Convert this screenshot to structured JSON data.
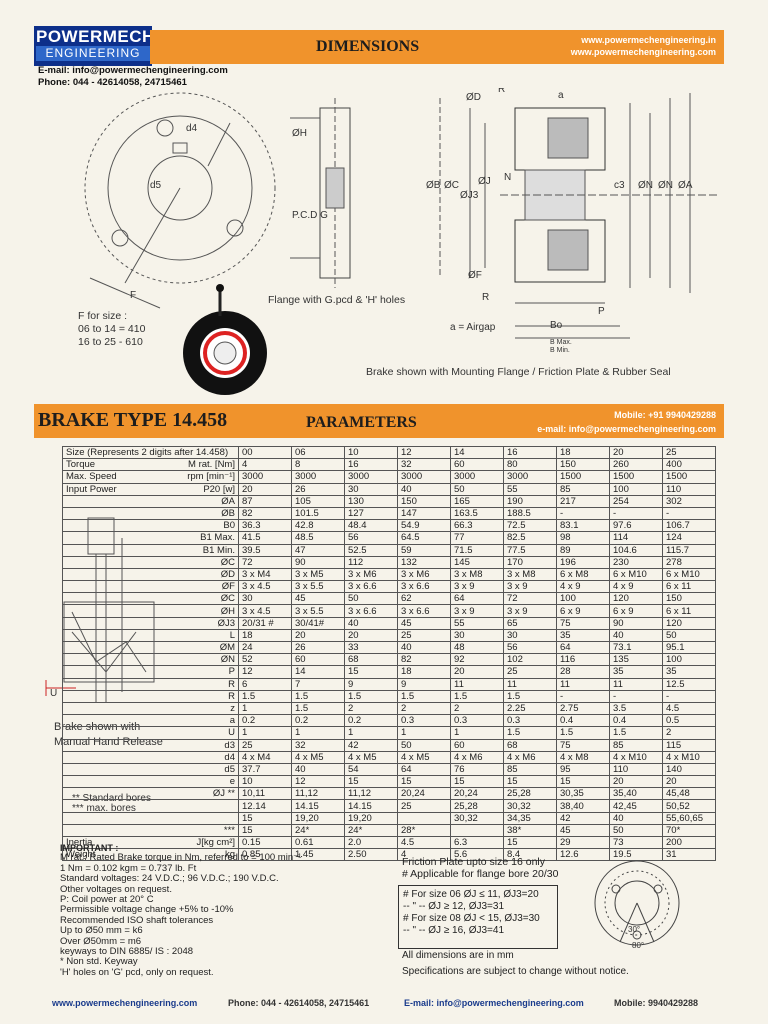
{
  "brand": {
    "line1": "POWERMECH",
    "line2": "ENGINEERING"
  },
  "contact": {
    "email": "E-mail: info@powermechengineering.com",
    "phone": "Phone: 044 - 42614058,  24715461"
  },
  "header1": {
    "title": "DIMENSIONS",
    "web1": "www.powermechengineering.in",
    "web2": "www.powermechengineering.com"
  },
  "drawing": {
    "labels_left": [
      "d4",
      "d5",
      "F"
    ],
    "f_size": [
      "F for size :",
      "06 to 14 = 410",
      "16 to 25 - 610"
    ],
    "labels_mid": [
      "ØH",
      "P.C.D G"
    ],
    "flange_caption": "Flange with G.pcd & 'H' holes",
    "labels_right": [
      "ØD",
      "R",
      "a",
      "ØB",
      "ØC",
      "ØJ3",
      "ØJ",
      "N",
      "ØF",
      "c3",
      "ØN",
      "ØN",
      "ØA",
      "R",
      "P",
      "Bo",
      "B Max.",
      "B Min."
    ],
    "airgap": "a = Airgap",
    "brake_caption": "Brake shown with Mounting Flange / Friction Plate & Rubber Seal"
  },
  "header2": {
    "title": "BRAKE TYPE 14.458",
    "subtitle": "PARAMETERS",
    "mobile": "Mobile: +91 9940429288",
    "email": "e-mail: info@powermechengineering.com"
  },
  "hand_release_caption": [
    "Brake shown with",
    "Manual Hand Release"
  ],
  "bores_note": [
    "** Standard bores",
    "*** max. bores"
  ],
  "table": {
    "header_label": "Size  (Represents 2 digits after 14.458)",
    "sizes": [
      "00",
      "06",
      "10",
      "12",
      "14",
      "16",
      "18",
      "20",
      "25"
    ],
    "rows": [
      {
        "label": "Torque",
        "sym": "M rat. [Nm]",
        "values": [
          "4",
          "8",
          "16",
          "32",
          "60",
          "80",
          "150",
          "260",
          "400"
        ]
      },
      {
        "label": "Max. Speed",
        "sym": "rpm [min⁻¹]",
        "values": [
          "3000",
          "3000",
          "3000",
          "3000",
          "3000",
          "3000",
          "1500",
          "1500",
          "1500"
        ]
      },
      {
        "label": "Input Power",
        "sym": "P20 [w]",
        "values": [
          "20",
          "26",
          "30",
          "40",
          "50",
          "55",
          "85",
          "100",
          "110"
        ]
      },
      {
        "label": "",
        "sym": "ØA",
        "values": [
          "87",
          "105",
          "130",
          "150",
          "165",
          "190",
          "217",
          "254",
          "302"
        ]
      },
      {
        "label": "",
        "sym": "ØB",
        "values": [
          "82",
          "101.5",
          "127",
          "147",
          "163.5",
          "188.5",
          "-",
          "-",
          "-"
        ]
      },
      {
        "label": "",
        "sym": "B0",
        "values": [
          "36.3",
          "42.8",
          "48.4",
          "54.9",
          "66.3",
          "72.5",
          "83.1",
          "97.6",
          "106.7"
        ]
      },
      {
        "label": "",
        "sym": "B1 Max.",
        "values": [
          "41.5",
          "48.5",
          "56",
          "64.5",
          "77",
          "82.5",
          "98",
          "114",
          "124"
        ]
      },
      {
        "label": "",
        "sym": "B1 Min.",
        "values": [
          "39.5",
          "47",
          "52.5",
          "59",
          "71.5",
          "77.5",
          "89",
          "104.6",
          "115.7"
        ]
      },
      {
        "label": "",
        "sym": "ØC",
        "values": [
          "72",
          "90",
          "112",
          "132",
          "145",
          "170",
          "196",
          "230",
          "278"
        ]
      },
      {
        "label": "",
        "sym": "ØD",
        "values": [
          "3 x M4",
          "3 x M5",
          "3 x M6",
          "3 x M6",
          "3 x M8",
          "3 x M8",
          "6 x M8",
          "6 x M10",
          "6 x M10"
        ]
      },
      {
        "label": "",
        "sym": "ØF",
        "values": [
          "3 x 4.5",
          "3 x 5.5",
          "3 x 6.6",
          "3 x 6.6",
          "3 x 9",
          "3 x 9",
          "4 x 9",
          "4 x 9",
          "6 x 11"
        ]
      },
      {
        "label": "",
        "sym": "ØC",
        "values": [
          "30",
          "45",
          "50",
          "62",
          "64",
          "72",
          "100",
          "120",
          "150"
        ]
      },
      {
        "label": "",
        "sym": "ØH",
        "values": [
          "3 x 4.5",
          "3 x 5.5",
          "3 x 6.6",
          "3 x 6.6",
          "3 x 9",
          "3 x 9",
          "6 x 9",
          "6 x 9",
          "6 x 11"
        ]
      },
      {
        "label": "",
        "sym": "ØJ3",
        "values": [
          "20/31 #",
          "30/41#",
          "40",
          "45",
          "55",
          "65",
          "75",
          "90",
          "120"
        ]
      },
      {
        "label": "",
        "sym": "L",
        "values": [
          "18",
          "20",
          "20",
          "25",
          "30",
          "30",
          "35",
          "40",
          "50"
        ]
      },
      {
        "label": "",
        "sym": "ØM",
        "values": [
          "24",
          "26",
          "33",
          "40",
          "48",
          "56",
          "64",
          "73.1",
          "95.1"
        ]
      },
      {
        "label": "",
        "sym": "ØN",
        "values": [
          "52",
          "60",
          "68",
          "82",
          "92",
          "102",
          "116",
          "135",
          "100"
        ]
      },
      {
        "label": "",
        "sym": "P",
        "values": [
          "12",
          "14",
          "15",
          "18",
          "20",
          "25",
          "28",
          "35",
          "35"
        ]
      },
      {
        "label": "",
        "sym": "R",
        "values": [
          "6",
          "7",
          "9",
          "9",
          "11",
          "11",
          "11",
          "11",
          "12.5"
        ]
      },
      {
        "label": "",
        "sym": "R",
        "values": [
          "1.5",
          "1.5",
          "1.5",
          "1.5",
          "1.5",
          "1.5",
          "-",
          "-",
          "-"
        ]
      },
      {
        "label": "",
        "sym": "z",
        "values": [
          "1",
          "1.5",
          "2",
          "2",
          "2",
          "2.25",
          "2.75",
          "3.5",
          "4.5"
        ]
      },
      {
        "label": "",
        "sym": "a",
        "values": [
          "0.2",
          "0.2",
          "0.2",
          "0.3",
          "0.3",
          "0.3",
          "0.4",
          "0.4",
          "0.5"
        ]
      },
      {
        "label": "",
        "sym": "U",
        "values": [
          "1",
          "1",
          "1",
          "1",
          "1",
          "1.5",
          "1.5",
          "1.5",
          "2"
        ]
      },
      {
        "label": "",
        "sym": "d3",
        "values": [
          "25",
          "32",
          "42",
          "50",
          "60",
          "68",
          "75",
          "85",
          "115"
        ]
      },
      {
        "label": "",
        "sym": "d4",
        "values": [
          "4 x M4",
          "4 x M5",
          "4 x M5",
          "4 x M5",
          "4 x M6",
          "4 x M6",
          "4 x M8",
          "4 x M10",
          "4 x M10"
        ]
      },
      {
        "label": "",
        "sym": "d5",
        "values": [
          "37.7",
          "40",
          "54",
          "64",
          "76",
          "85",
          "95",
          "110",
          "140"
        ]
      },
      {
        "label": "",
        "sym": "e",
        "values": [
          "10",
          "12",
          "15",
          "15",
          "15",
          "15",
          "15",
          "20",
          "20"
        ]
      },
      {
        "label": "",
        "sym": "ØJ  **",
        "values": [
          "10,11",
          "11,12",
          "11,12",
          "20,24",
          "20,24",
          "25,28",
          "30,35",
          "35,40",
          "45,48"
        ]
      },
      {
        "label": "",
        "sym": "",
        "values": [
          "12.14",
          "14.15",
          "14.15",
          "25",
          "25,28",
          "30,32",
          "38,40",
          "42,45",
          "50,52"
        ]
      },
      {
        "label": "",
        "sym": "",
        "values": [
          "15",
          "19,20",
          "19,20",
          "",
          "30,32",
          "34,35",
          "42",
          "40",
          "55,60,65"
        ]
      },
      {
        "label": "",
        "sym": "***",
        "values": [
          "15",
          "24*",
          "24*",
          "28*",
          "",
          "38*",
          "45",
          "50",
          "70*"
        ]
      },
      {
        "label": "Inertia",
        "sym": "J[kg cm²]",
        "values": [
          "0.15",
          "0.61",
          "2.0",
          "4.5",
          "6.3",
          "15",
          "29",
          "73",
          "200"
        ]
      },
      {
        "label": "Weight",
        "sym": "kg",
        "values": [
          "0.85",
          "1.45",
          "2.50",
          "4",
          "5.6",
          "8.4",
          "12.6",
          "19.5",
          "31"
        ]
      }
    ]
  },
  "important": {
    "heading": "IMPORTANT :",
    "lines": [
      "M rat.: Rated Brake torque in Nm, referred to = 100 min⁻¹",
      "1 Nm = 0.102 kgm = 0.737 lb. Ft",
      "Standard voltages: 24 V.D.C.; 96 V.D.C.; 190 V.D.C.",
      "Other voltages on request.",
      "P: Coil power at 20° C",
      "Permissible voltage change +5% to -10%",
      "Recommended ISO shaft tolerances",
      "Up to Ø50 mm = k6",
      "Over Ø50mm = m6",
      "keyways to DIN 6885/ IS : 2048",
      "* Non std. Keyway",
      "'H' holes on 'G' pcd, only on request."
    ]
  },
  "friction": {
    "title": "Friction Plate upto size 16 only",
    "subtitle": "# Applicable for flange bore 20/30",
    "box": [
      "# For size 06 ØJ ≤ 11, ØJ3=20",
      "-- \" --     ØJ ≥ 12, ØJ3=31",
      "# For size 08 ØJ < 15, ØJ3=30",
      "-- \" --     ØJ ≥ 16, ØJ3=41"
    ],
    "dims_note": "All dimensions are in mm",
    "spec_note": "Specifications are subject to change without notice.",
    "angles": [
      "30°",
      "80°"
    ]
  },
  "footer": {
    "web": "www.powermechengineering.com",
    "phone": "Phone: 044 - 42614058,  24715461",
    "email": "E-mail: info@powermechengineering.com",
    "mobile": "Mobile: 9940429288"
  }
}
